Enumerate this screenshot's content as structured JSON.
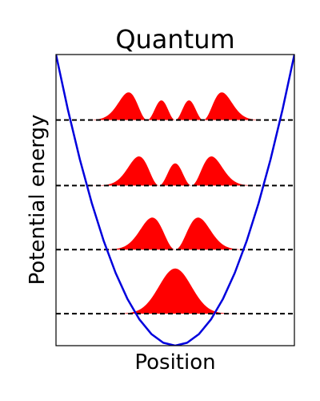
{
  "chart_data": {
    "type": "area",
    "title": "Quantum",
    "xlabel": "Position",
    "ylabel": "Potential energy",
    "xlim": [
      -1,
      1
    ],
    "ylim": [
      0,
      1
    ],
    "ticks_shown": false,
    "grid": false,
    "legend": "none",
    "colors": {
      "potential": "#0000dd",
      "probability_fill": "#ff0000",
      "level_line": "#000000",
      "frame": "#000000"
    },
    "potential": {
      "name": "",
      "x": [
        -1.0,
        -0.9,
        -0.8,
        -0.7,
        -0.6,
        -0.5,
        -0.4,
        -0.3,
        -0.2,
        -0.1,
        0.0,
        0.1,
        0.2,
        0.3,
        0.4,
        0.5,
        0.6,
        0.7,
        0.8,
        0.9,
        1.0
      ],
      "y": [
        1.0,
        0.81,
        0.64,
        0.49,
        0.36,
        0.25,
        0.16,
        0.09,
        0.04,
        0.01,
        0.0,
        0.01,
        0.04,
        0.09,
        0.16,
        0.25,
        0.36,
        0.49,
        0.64,
        0.81,
        1.0
      ]
    },
    "levels": [
      {
        "n": 0,
        "energy": 0.11,
        "peak_height": 0.155
      },
      {
        "n": 1,
        "energy": 0.33,
        "peak_height": 0.11
      },
      {
        "n": 2,
        "energy": 0.55,
        "peak_height": 0.1
      },
      {
        "n": 3,
        "energy": 0.775,
        "peak_height": 0.095
      }
    ]
  }
}
